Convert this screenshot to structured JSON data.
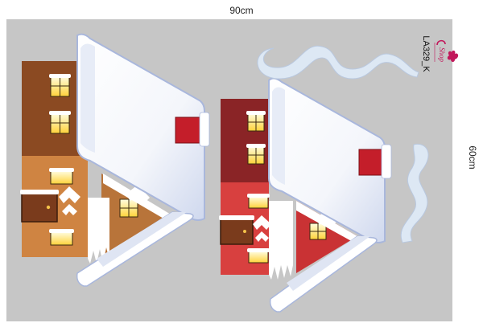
{
  "dimensions": {
    "width_label": "90cm",
    "height_label": "60cm"
  },
  "product": {
    "code": "LA329_K",
    "brand": "Shop"
  },
  "colors": {
    "sheet": "#c6c6c6",
    "brown_upper": "#8b4a22",
    "brown_lower": "#cf8442",
    "red_upper": "#8a2426",
    "red_lower": "#d8403f",
    "snow": "#ffffff",
    "snow_shadow": "#a9b7dc",
    "window": "#fff176",
    "window_frame": "#3a2a10",
    "chimney": "#c41e2a",
    "smoke": "#dde8f4"
  }
}
